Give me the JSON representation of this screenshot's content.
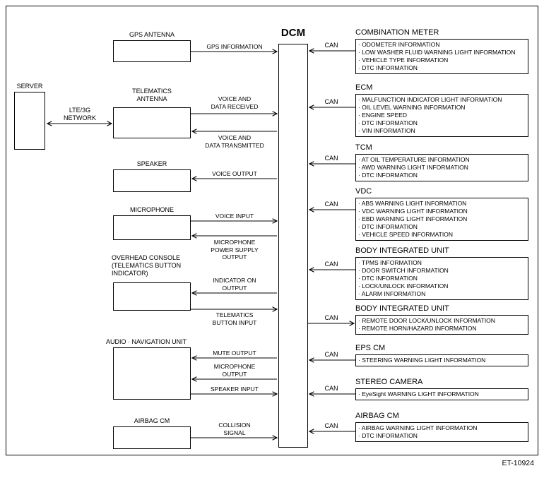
{
  "figure_id": "ET-10924",
  "dcm": {
    "label": "DCM"
  },
  "left": {
    "server": "SERVER",
    "network": "LTE/3G\nNETWORK",
    "gps_antenna": "GPS ANTENNA",
    "telematics_antenna": "TELEMATICS\nANTENNA",
    "speaker": "SPEAKER",
    "microphone": "MICROPHONE",
    "overhead_console": "OVERHEAD CONSOLE\n(TELEMATICS BUTTON\nINDICATOR)",
    "audio_navigation_unit": "AUDIO · NAVIGATION UNIT",
    "airbag_cm": "AIRBAG CM"
  },
  "signals": {
    "gps_information": "GPS INFORMATION",
    "voice_and_data_received": "VOICE AND\nDATA RECEIVED",
    "voice_and_data_transmitted": "VOICE AND\nDATA TRANSMITTED",
    "voice_output": "VOICE OUTPUT",
    "voice_input": "VOICE INPUT",
    "microphone_power_supply_output": "MICROPHONE\nPOWER SUPPLY\nOUTPUT",
    "indicator_on_output": "INDICATOR ON\nOUTPUT",
    "telematics_button_input": "TELEMATICS\nBUTTON INPUT",
    "mute_output": "MUTE OUTPUT",
    "microphone_output": "MICROPHONE\nOUTPUT",
    "speaker_input": "SPEAKER INPUT",
    "collision_signal": "COLLISION\nSIGNAL"
  },
  "right_modules": [
    {
      "title": "COMBINATION METER",
      "bus": "CAN",
      "direction": "to-dcm",
      "items": [
        "· ODOMETER INFORMATION",
        "· LOW WASHER FLUID WARNING LIGHT INFORMATION",
        "· VEHICLE TYPE INFORMATION",
        "· DTC INFORMATION"
      ]
    },
    {
      "title": "ECM",
      "bus": "CAN",
      "direction": "to-dcm",
      "items": [
        "· MALFUNCTION INDICATOR LIGHT INFORMATION",
        "· OIL LEVEL WARNING INFORMATION",
        "· ENGINE SPEED",
        "· DTC INFORMATION",
        "· VIN INFORMATION"
      ]
    },
    {
      "title": "TCM",
      "bus": "CAN",
      "direction": "to-dcm",
      "items": [
        "· AT OIL TEMPERATURE INFORMATION",
        "· AWD WARNING LIGHT INFORMATION",
        "· DTC INFORMATION"
      ]
    },
    {
      "title": "VDC",
      "bus": "CAN",
      "direction": "to-dcm",
      "items": [
        "· ABS WARNING LIGHT INFORMATION",
        "· VDC WARNING LIGHT INFORMATION",
        "· EBD WARNING LIGHT INFORMATION",
        "· DTC INFORMATION",
        "· VEHICLE SPEED INFORMATION"
      ]
    },
    {
      "title": "BODY INTEGRATED UNIT",
      "bus": "CAN",
      "direction": "to-dcm",
      "items": [
        "· TPMS INFORMATION",
        "· DOOR SWITCH INFORMATION",
        "· DTC INFORMATION",
        "· LOCK/UNLOCK INFORMATION",
        "· ALARM INFORMATION"
      ]
    },
    {
      "title": "BODY INTEGRATED UNIT",
      "bus": "CAN",
      "direction": "from-dcm",
      "items": [
        "· REMOTE DOOR LOCK/UNLOCK INFORMATION",
        "· REMOTE HORN/HAZARD INFORMATION"
      ]
    },
    {
      "title": "EPS CM",
      "bus": "CAN",
      "direction": "to-dcm",
      "items": [
        "· STEERING WARNING LIGHT INFORMATION"
      ]
    },
    {
      "title": "STEREO CAMERA",
      "bus": "CAN",
      "direction": "to-dcm",
      "items": [
        "· EyeSight WARNING LIGHT INFORMATION"
      ]
    },
    {
      "title": "AIRBAG CM",
      "bus": "CAN",
      "direction": "to-dcm",
      "items": [
        "· AIRBAG WARNING LIGHT INFORMATION",
        "· DTC INFORMATION"
      ]
    }
  ]
}
